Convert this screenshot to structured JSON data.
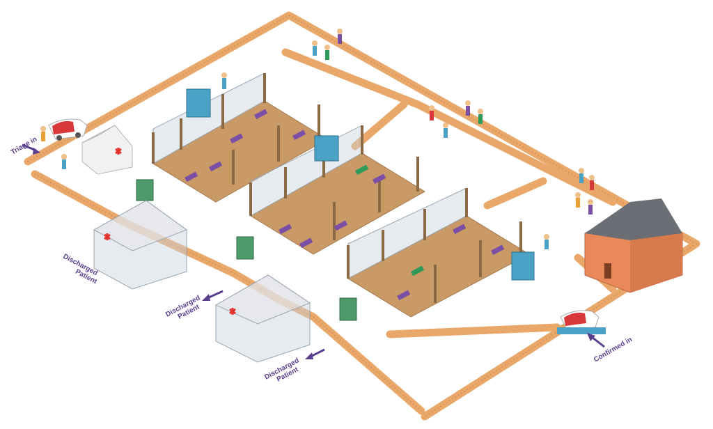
{
  "labels": {
    "triage_in": "Triage in",
    "confirmed_in": "Confirmed in",
    "discharged_1_line1": "Discharged",
    "discharged_1_line2": "Patient",
    "discharged_2_line1": "Discharged",
    "discharged_2_line2": "Patient",
    "discharged_3_line1": "Discharged",
    "discharged_3_line2": "Patient"
  },
  "colors": {
    "fence": "#e9a86a",
    "floor": "#c99a66",
    "label": "#5b3f8f",
    "barn_wall": "#e9895a",
    "barn_roof": "#6b6e74",
    "ambulance_red": "#d9383a",
    "unit_teal": "#4aa3c7",
    "unit_green": "#4d9a6a",
    "msf_red": "#e0322f"
  },
  "icons": [
    "ambulance-icon",
    "msf-logo-icon",
    "water-tank-icon",
    "barn-icon",
    "tent-icon",
    "bed-icon",
    "person-icon"
  ]
}
